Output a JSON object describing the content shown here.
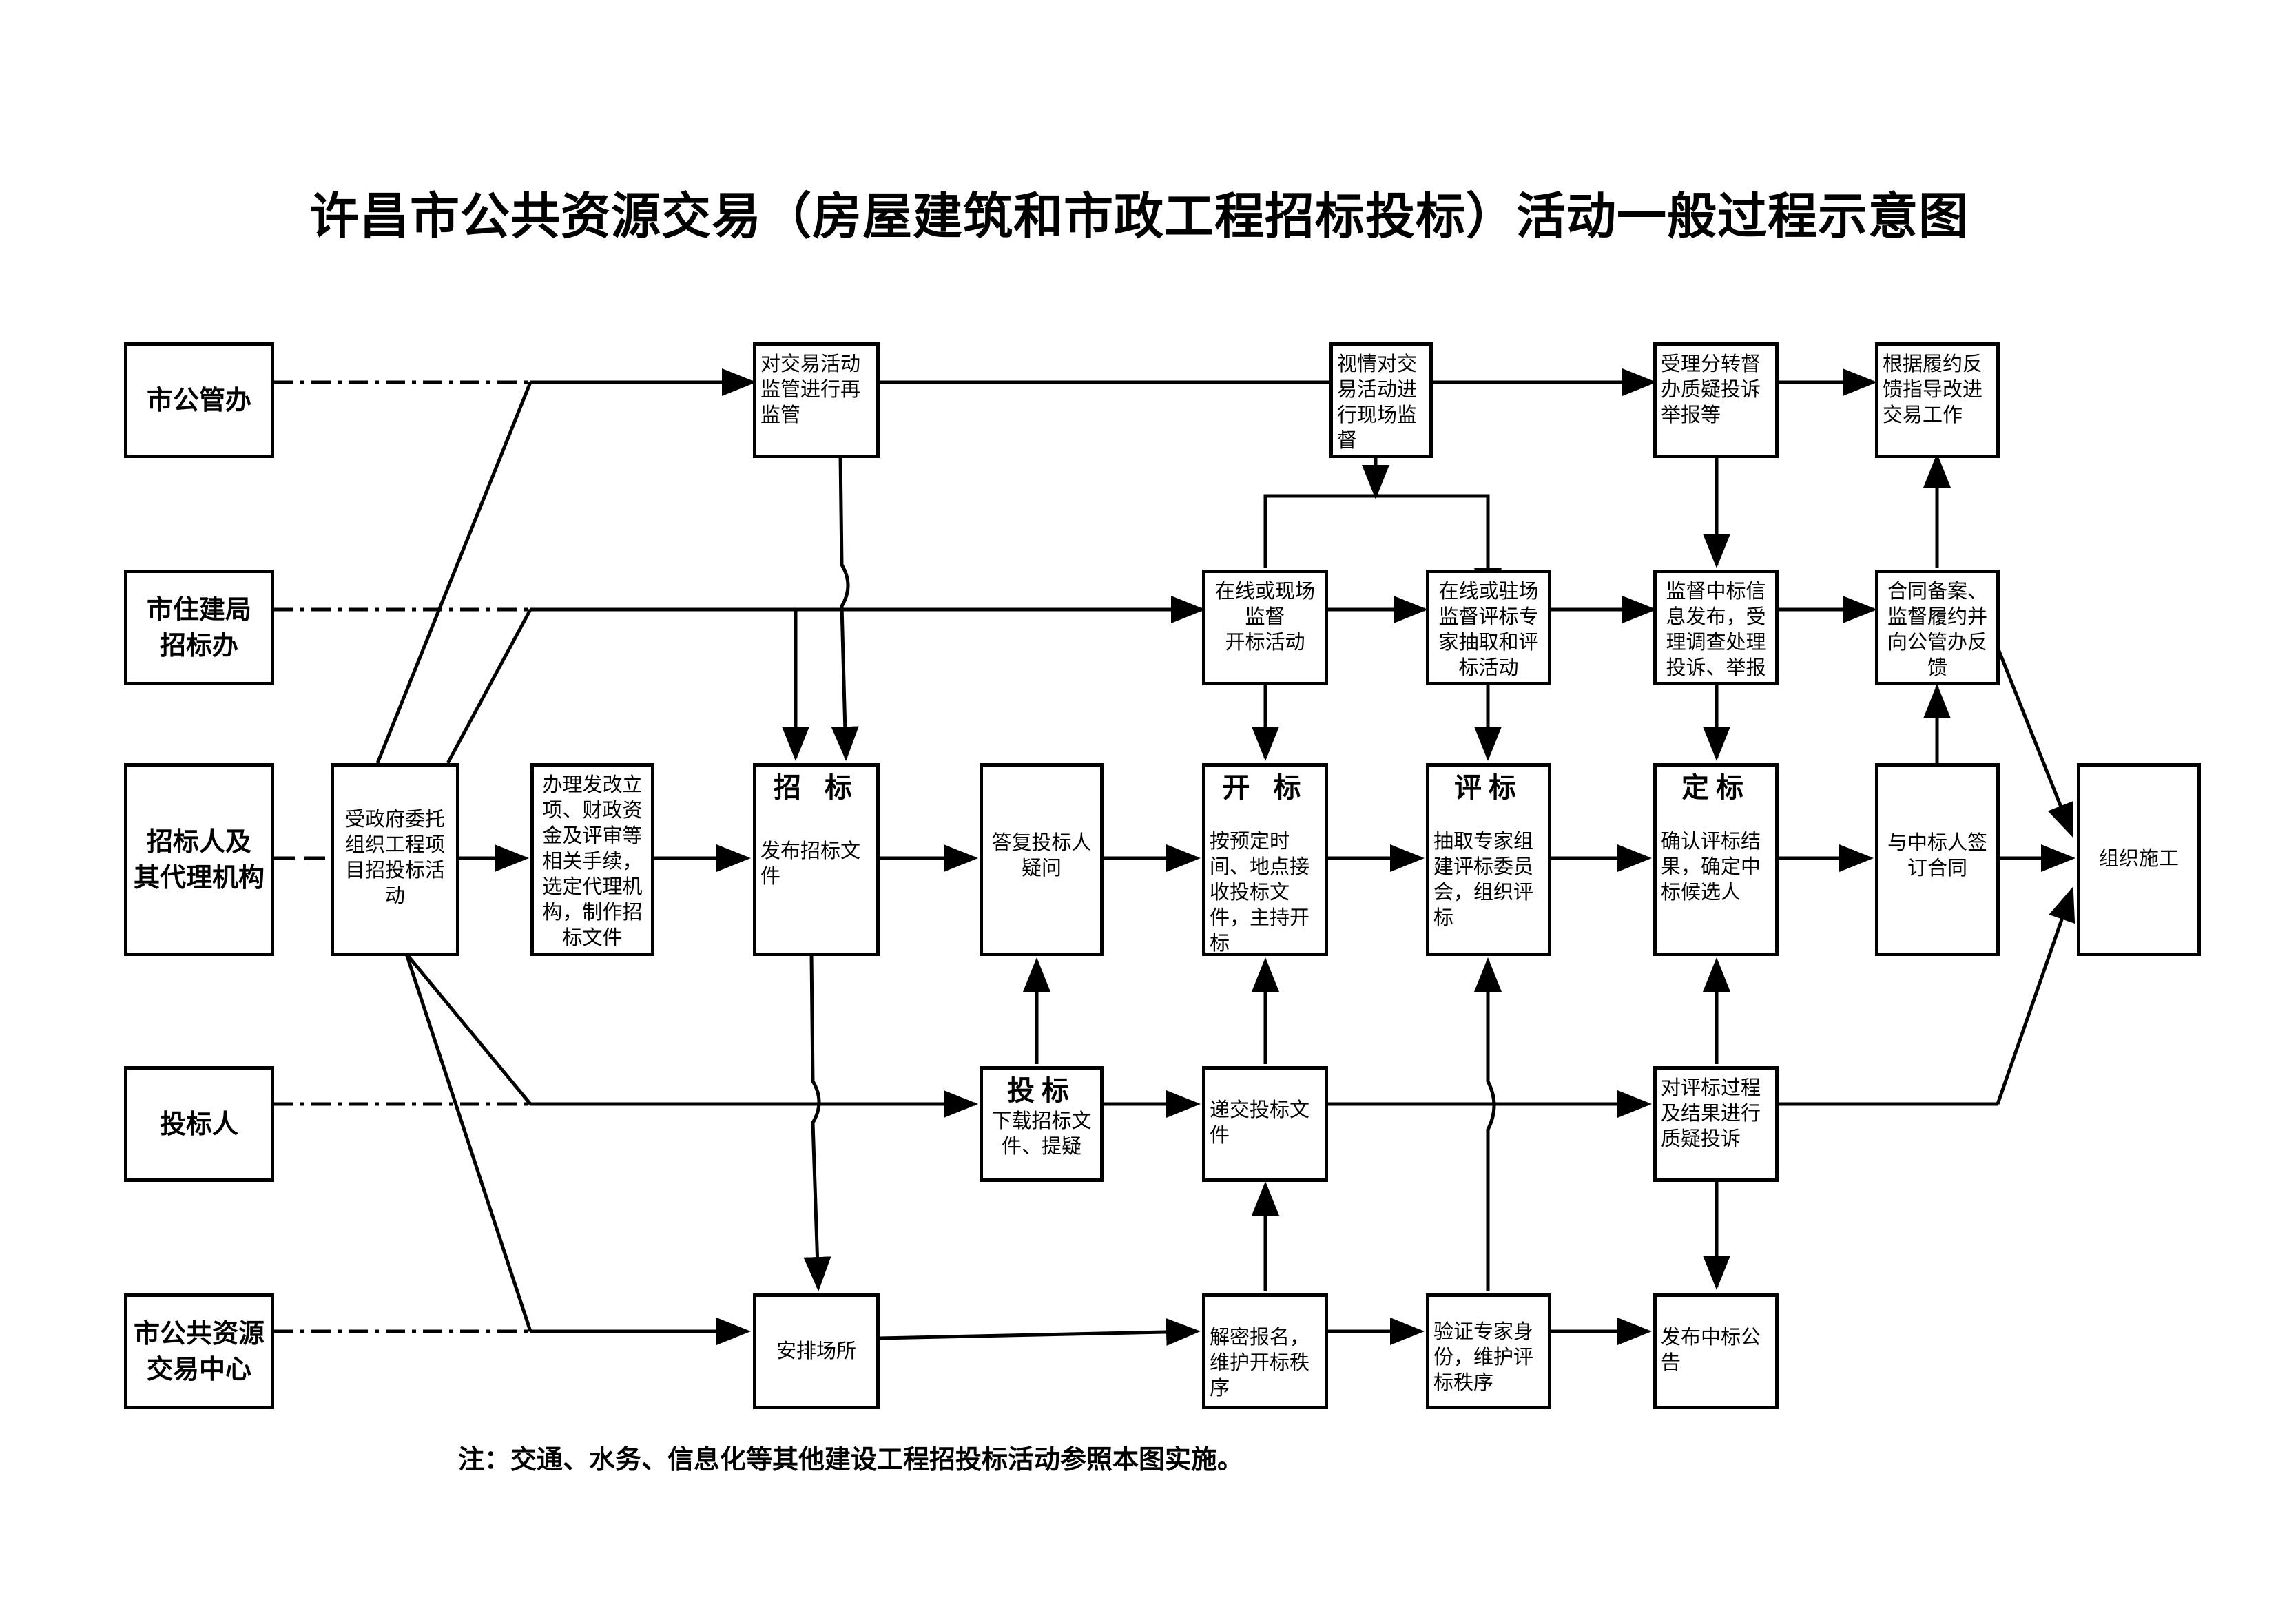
{
  "title": "许昌市公共资源交易（房屋建筑和市政工程招标投标）活动一般过程示意图",
  "note": "注：交通、水务、信息化等其他建设工程招投标活动参照本图实施。",
  "roles": {
    "city_office": "市公管办",
    "housing_bureau": "市住建局\n招标办",
    "tenderee": "招标人及\n其代理机构",
    "bidder": "投标人",
    "trading_center": "市公共资源\n交易中心"
  },
  "boxes": {
    "entrust": "受政府委托组织工程项目招投标活动",
    "procedures": "办理发改立项、财政资金及评审等相关手续，选定代理机构，制作招标文件",
    "tender_head": "招 标",
    "tender_body": "发布招标文件",
    "answer": "答复投标人疑问",
    "open_head": "开 标",
    "open_body": "按预定时间、地点接收投标文件，主持开标",
    "eval_head": "评标",
    "eval_body": "抽取专家组建评标委员会，组织评标",
    "decide_head": "定标",
    "decide_body": "确认评标结果，确定中标候选人",
    "contract": "与中标人签订合同",
    "construction": "组织施工",
    "resupervise": "对交易活动监管进行再监管",
    "onsite_supervise": "视情对交易活动进行现场监督",
    "complaint_transfer": "受理分转督办质疑投诉举报等",
    "guide_improve": "根据履约反馈指导改进交易工作",
    "open_supervise": "在线或现场\n监督\n开标活动",
    "eval_supervise": "在线或驻场监督评标专家抽取和评标活动",
    "winner_publish": "监督中标信息发布，受理调查处理投诉、举报",
    "contract_filing": "合同备案、监督履约并向公管办反馈",
    "bid_head": "投标",
    "bid_body": "下载招标文件、提疑",
    "submit": "递交投标文件",
    "complain": "对评标过程及结果进行质疑投诉",
    "venue": "安排场所",
    "decrypt": "解密报名，维护开标秩序",
    "verify_expert": "验证专家身份，维护评标秩序",
    "publish_winner": "发布中标公告"
  }
}
